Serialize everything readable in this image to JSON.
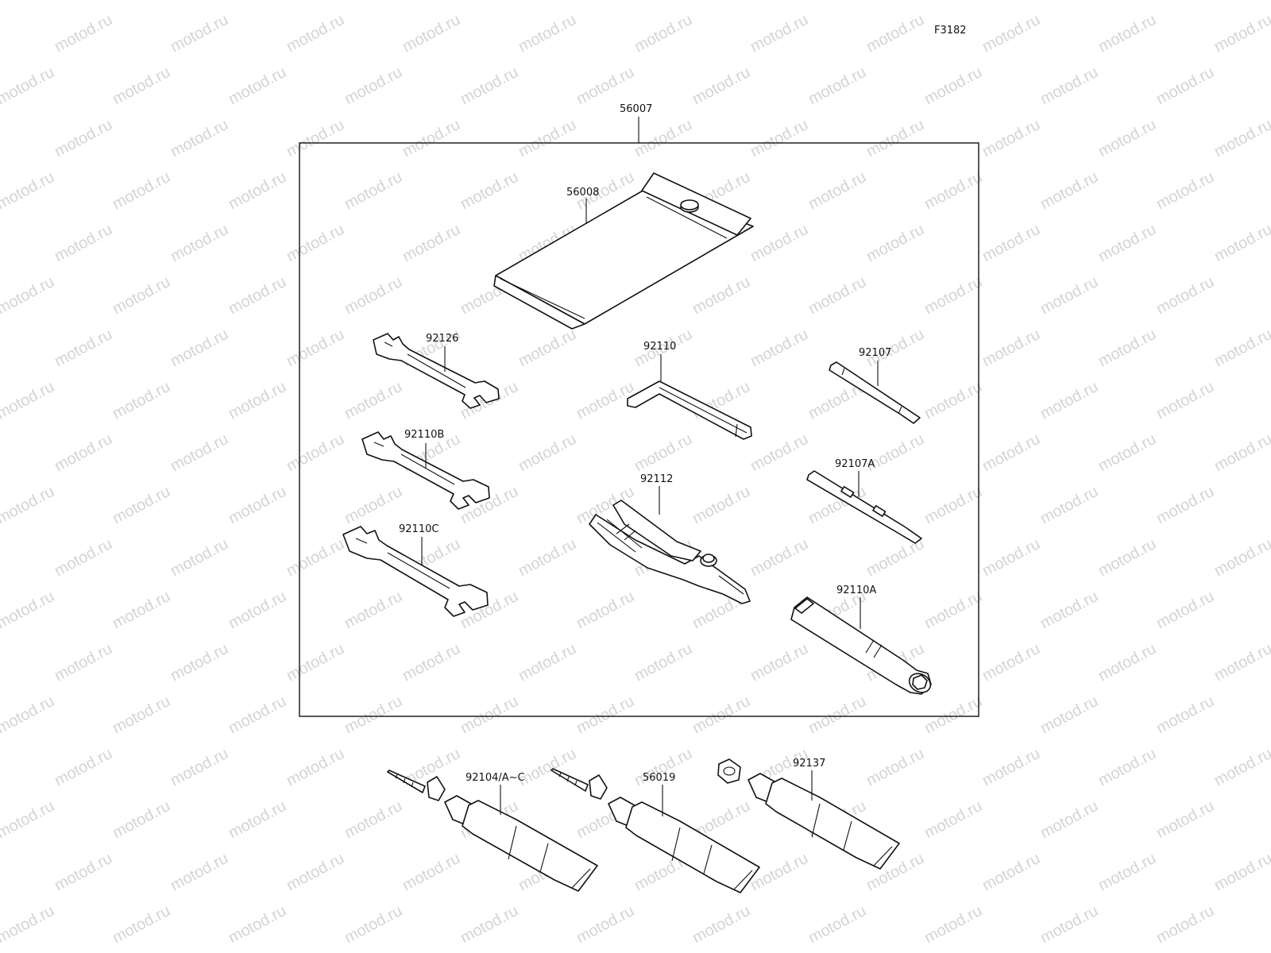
{
  "figure_id": "F3182",
  "watermark_text": "motod.ru",
  "callouts": {
    "kit": "56007",
    "pouch": "56008",
    "wrench_a": "92126",
    "wrench_b": "92110B",
    "wrench_c": "92110C",
    "hex_key": "92110",
    "driver_bit": "92107",
    "driver_handle": "92107A",
    "pliers": "92112",
    "plug_wrench": "92110A",
    "tube_1": "92104/A~C",
    "tube_2": "56019",
    "tube_3": "92137"
  }
}
